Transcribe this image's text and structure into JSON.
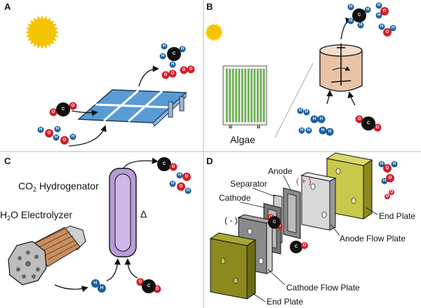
{
  "panels": {
    "a": {
      "label": "A"
    },
    "b": {
      "label": "B",
      "algae_label": "Algae"
    },
    "c": {
      "label": "C",
      "hydrogenator_label_prefix": "CO",
      "hydrogenator_label_sub": "2",
      "hydrogenator_label_suffix": " Hydrogenator",
      "electrolyzer_label_prefix": "H",
      "electrolyzer_label_sub": "2",
      "electrolyzer_label_suffix": "O Electrolyzer",
      "heat_symbol": "Δ"
    },
    "d": {
      "label": "D",
      "anode": "Anode",
      "separator": "Separator",
      "cathode": "Cathode",
      "plus": "( + )",
      "minus": "( - )",
      "end_plate_right": "End Plate",
      "end_plate_left": "End Plate",
      "anode_flow_plate": "Anode Flow Plate",
      "cathode_flow_plate": "Cathode Flow Plate"
    }
  },
  "atoms": {
    "carbon": "C",
    "hydrogen": "H",
    "oxygen": "O"
  },
  "colors": {
    "sun": "#f5c400",
    "carbon": "#111111",
    "oxygen": "#d0202a",
    "hydrogen": "#1a5fa0",
    "panel_blue": "#5b9bd5",
    "algae_green": "#6ab04c",
    "tank_liquid": "#e8c3a6",
    "hydrogenator_purple": "#b69bd8",
    "end_plate_olive": "#8c8a1e",
    "coil_copper": "#c89060"
  }
}
